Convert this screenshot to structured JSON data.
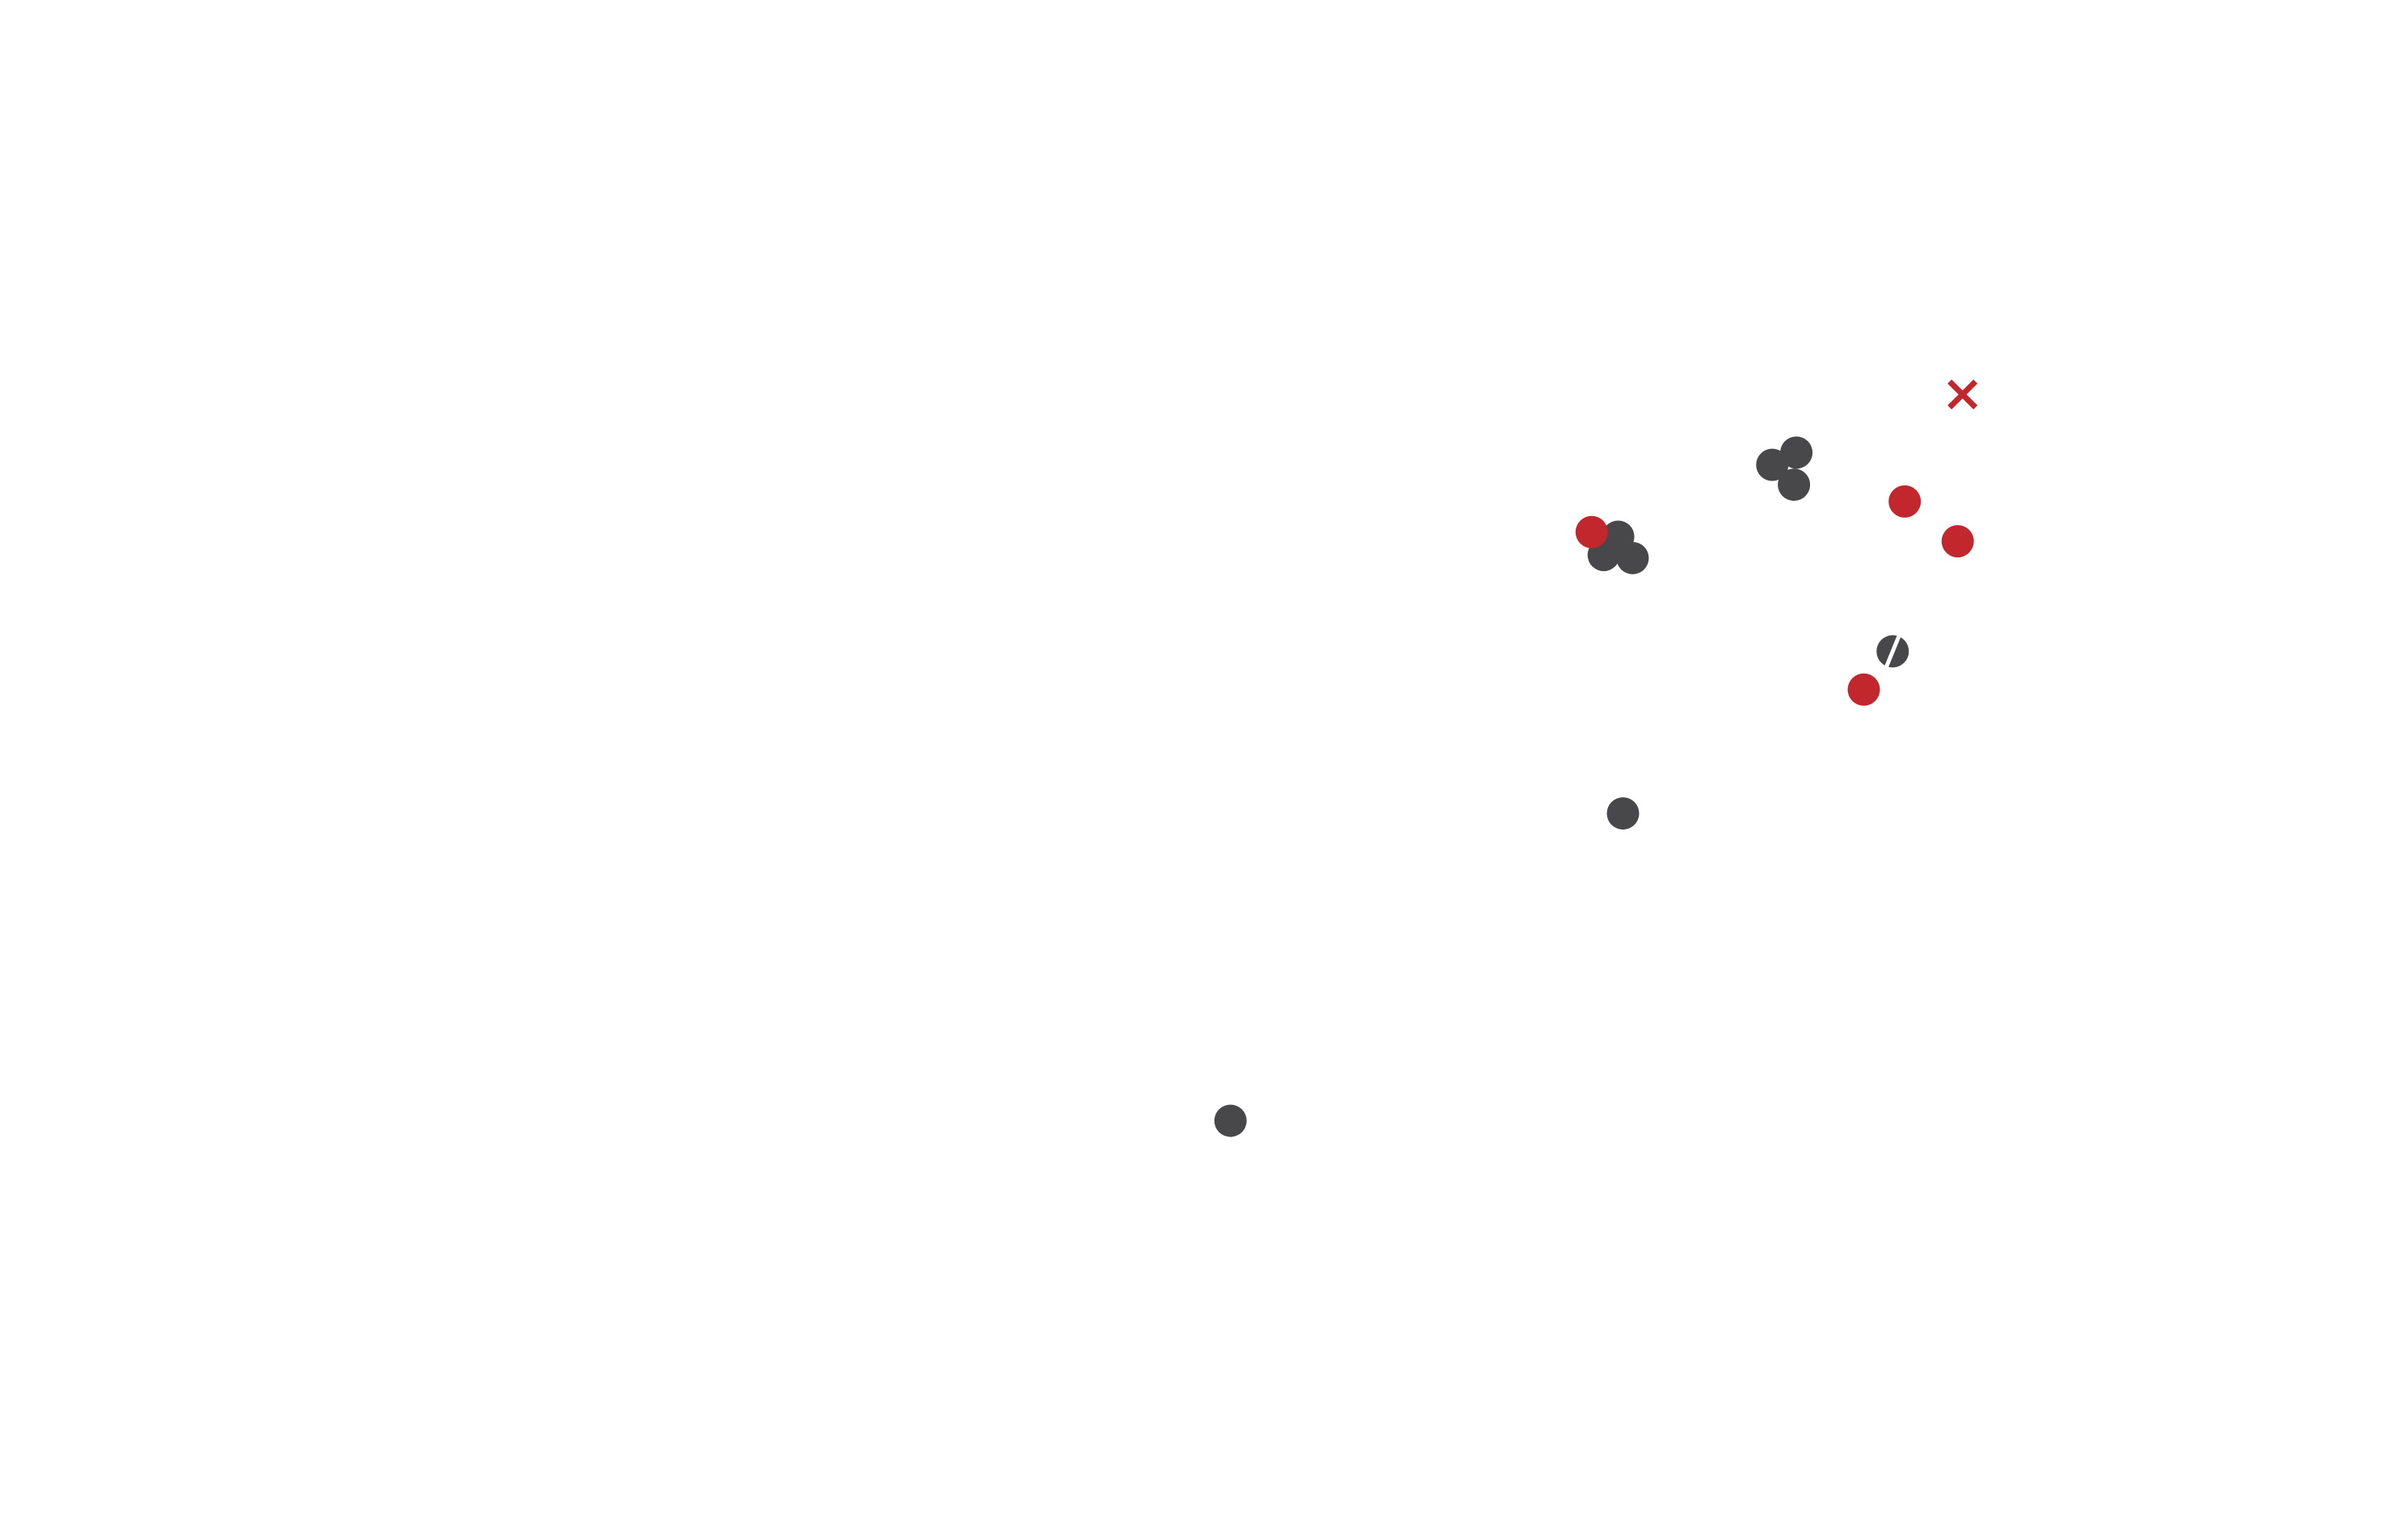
{
  "chart_data": {
    "type": "scatter",
    "title": "",
    "xlabel": "",
    "ylabel": "",
    "xlim": [
      0,
      100
    ],
    "ylim": [
      0,
      100
    ],
    "grid": false,
    "axes_visible": false,
    "legend": "none",
    "colors": {
      "red": "#c1272d",
      "dark": "#48484a",
      "slash": "#ffffff",
      "background": "#ffffff"
    },
    "series": [
      {
        "name": "red-circles",
        "marker": "circle",
        "color": "#c1272d",
        "points": [
          {
            "x": 66.1,
            "y": 65.2
          },
          {
            "x": 79.1,
            "y": 67.2
          },
          {
            "x": 81.3,
            "y": 64.6
          },
          {
            "x": 77.4,
            "y": 54.9
          }
        ]
      },
      {
        "name": "red-cross",
        "marker": "x",
        "color": "#c1272d",
        "points": [
          {
            "x": 81.5,
            "y": 74.2
          }
        ]
      },
      {
        "name": "dark-circles",
        "marker": "circle",
        "color": "#48484a",
        "points": [
          {
            "x": 67.2,
            "y": 64.9
          },
          {
            "x": 66.6,
            "y": 63.7
          },
          {
            "x": 67.8,
            "y": 63.5
          },
          {
            "x": 73.6,
            "y": 69.6
          },
          {
            "x": 74.6,
            "y": 70.4
          },
          {
            "x": 74.5,
            "y": 68.3
          },
          {
            "x": 67.4,
            "y": 46.8
          },
          {
            "x": 51.1,
            "y": 26.7
          }
        ]
      },
      {
        "name": "dark-slashed-circle",
        "marker": "slashed-circle",
        "color": "#48484a",
        "points": [
          {
            "x": 78.6,
            "y": 57.4
          }
        ]
      }
    ]
  }
}
